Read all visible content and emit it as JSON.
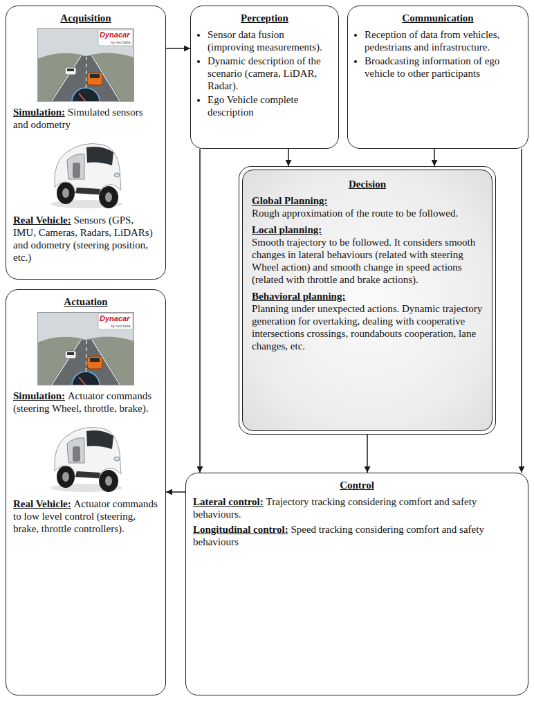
{
  "diagram": {
    "nodes": [
      {
        "text": [
          "Acquisition",
          "Simulation:",
          "Simulated sensors and odometry",
          "Real Vehicle:",
          "Sensors (GPS, IMU, Cameras, Radars, LiDARs) and odometry (steering position, etc.)"
        ]
      },
      {
        "text": [
          "Perception",
          "Sensor data fusion (improving measurements).",
          "Dynamic description of the scenario (camera, LiDAR, Radar).",
          "Ego Vehicle complete description"
        ]
      },
      {
        "text": [
          "Communication",
          "Reception of data from vehicles, pedestrians and infrastructure.",
          "Broadcasting information of ego vehicle to other participants"
        ]
      },
      {
        "text": [
          "Decision",
          "Global Planning:",
          "Rough approximation of the route to be followed.",
          "Local planning:",
          "Smooth trajectory to be followed. It considers smooth changes in lateral behaviours (related with steering Wheel action) and smooth change in speed actions (related with throttle and brake actions).",
          "Behavioral planning:",
          "Planning under unexpected actions. Dynamic trajectory generation for overtaking, dealing with cooperative intersections crossings, roundabouts cooperation, lane changes, etc."
        ]
      },
      {
        "text": [
          "Actuation",
          "Simulation:",
          "Actuator commands (steering Wheel, throttle, brake).",
          "Real Vehicle:",
          "Actuator commands to low level control (steering, brake, throttle controllers)."
        ]
      },
      {
        "text": [
          "Control",
          "Lateral control:",
          "Trajectory tracking considering comfort and safety behaviours.",
          "Longitudinal control:",
          "Speed tracking considering comfort and safety behaviours"
        ]
      }
    ],
    "edges": [
      {
        "from": 0,
        "to": 1,
        "arrow": "to"
      },
      {
        "from": 1,
        "to": 3,
        "arrow": "to"
      },
      {
        "from": 2,
        "to": 3,
        "arrow": "to"
      },
      {
        "from": 1,
        "to": 5,
        "arrow": "to"
      },
      {
        "from": 3,
        "to": 5,
        "arrow": "to"
      },
      {
        "from": 2,
        "to": 5,
        "arrow": "to"
      },
      {
        "from": 5,
        "to": 4,
        "arrow": "to"
      }
    ],
    "labels": [
      "Dynacar",
      "by tecnalia",
      "Dynacar",
      "by tecnalia"
    ]
  }
}
